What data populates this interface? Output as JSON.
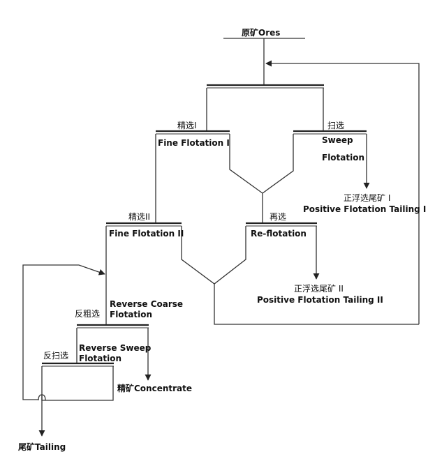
{
  "diagram": {
    "nodes": {
      "ores": "原矿Ores",
      "fine1_cn": "精选I",
      "fine1_en": "Fine Flotation I",
      "sweep_cn": "扫选",
      "sweep_en_1": "Sweep",
      "sweep_en_2": "Flotation",
      "tail1_cn": "正浮选尾矿 I",
      "tail1_en": "Positive Flotation Tailing I",
      "fine2_cn": "精选II",
      "fine2_en": "Fine Flotation II",
      "reflot_cn": "再选",
      "reflot_en": "Re-flotation",
      "tail2_cn": "正浮选尾矿 II",
      "tail2_en": "Positive Flotation Tailing II",
      "revcoarse_cn": "反粗选",
      "revcoarse_en_1": "Reverse Coarse",
      "revcoarse_en_2": "Flotation",
      "revsweep_cn": "反扫选",
      "revsweep_en_1": "Reverse Sweep",
      "revsweep_en_2": "Flotation",
      "concentrate": "精矿Concentrate",
      "tailing": "尾矿Tailing"
    },
    "line_color": "#333333"
  }
}
